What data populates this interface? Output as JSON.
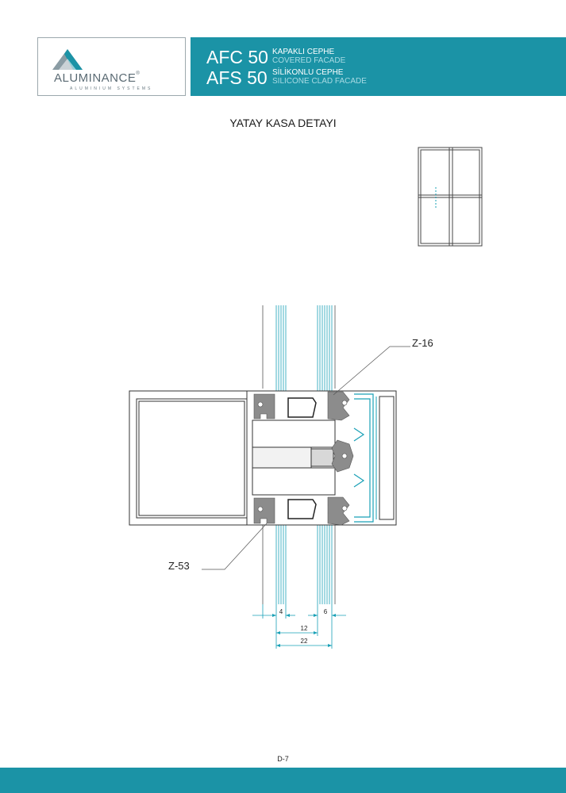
{
  "header": {
    "brand": "ALUMINANCE",
    "brand_mark": "®",
    "brand_sub": "ALUMINIUM SYSTEMS",
    "products": [
      {
        "code": "AFC 50",
        "name_tr": "KAPAKLI CEPHE",
        "name_en": "COVERED FACADE"
      },
      {
        "code": "AFS 50",
        "name_tr": "SİLİKONLU CEPHE",
        "name_en": "SILICONE CLAD FACADE"
      }
    ]
  },
  "title": "YATAY KASA DETAYI",
  "labels": {
    "gasket_top": "Z-16",
    "gasket_bottom": "Z-53"
  },
  "dimensions": {
    "glass_outer": "4",
    "glass_inner": "6",
    "gap": "12",
    "total": "22"
  },
  "page_number": "D-7",
  "colors": {
    "accent": "#1b93a6",
    "glass": "#19a0b6",
    "gasket": "#8c8c8c"
  }
}
